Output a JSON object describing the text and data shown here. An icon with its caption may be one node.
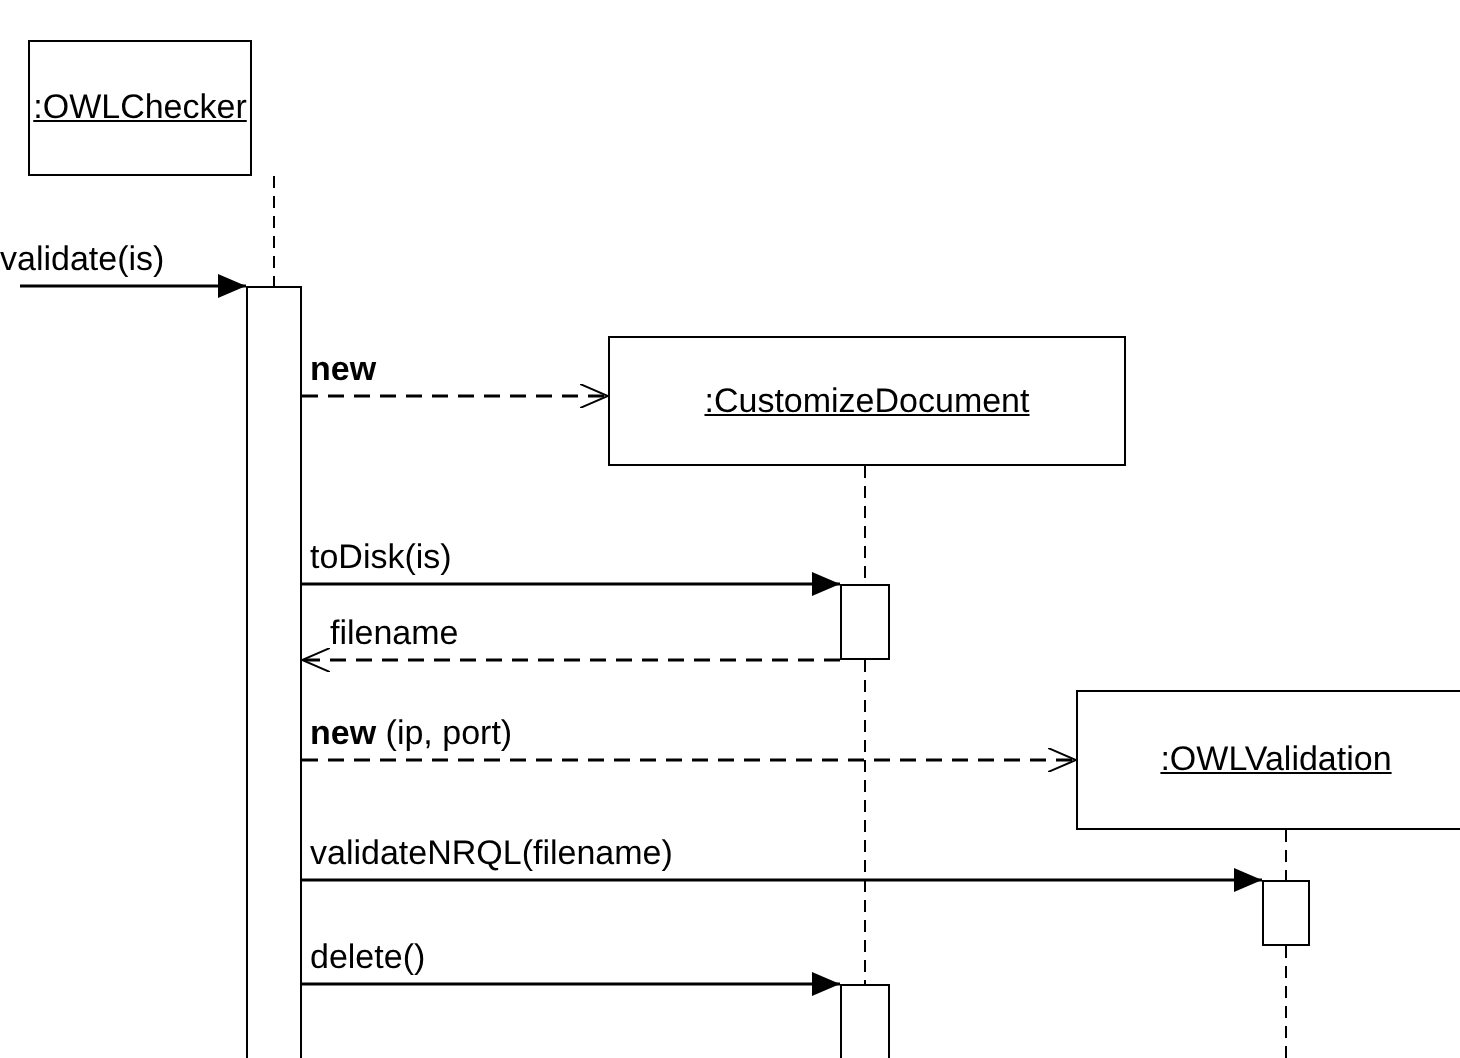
{
  "diagram": {
    "nodes": [
      {
        "text": [
          ":OWLChecker"
        ]
      },
      {
        "text": [],
        "shape": "bar"
      },
      {
        "text": [
          ":CustomizeDocument"
        ]
      },
      {
        "text": [],
        "shape": "bar"
      },
      {
        "text": [
          ":OWLValidation"
        ]
      },
      {
        "text": [],
        "shape": "bar"
      },
      {
        "text": [],
        "shape": "bar"
      }
    ],
    "edges": [
      {
        "from": null,
        "to": 1,
        "arrow": "to",
        "label": "validate(is)"
      },
      {
        "from": 1,
        "to": 2,
        "arrow": "to",
        "label": "new",
        "style": "dashed"
      },
      {
        "from": 1,
        "to": 3,
        "arrow": "to",
        "label": "toDisk(is)"
      },
      {
        "from": 3,
        "to": 1,
        "arrow": "to",
        "label": "filename",
        "style": "dashed"
      },
      {
        "from": 1,
        "to": 4,
        "arrow": "to",
        "label": "**new** (ip, port)",
        "style": "dashed"
      },
      {
        "from": 1,
        "to": 5,
        "arrow": "to",
        "label": "validateNRQL(filename)"
      },
      {
        "from": 1,
        "to": 6,
        "arrow": "to",
        "label": "delete()"
      },
      {
        "from": 0,
        "to": 1,
        "arrow": "none",
        "style": "dashed"
      },
      {
        "from": 2,
        "to": 3,
        "arrow": "none",
        "style": "dashed"
      },
      {
        "from": 3,
        "to": 6,
        "arrow": "none",
        "style": "dashed"
      },
      {
        "from": 4,
        "to": 5,
        "arrow": "none",
        "style": "dashed"
      },
      {
        "from": 5,
        "to": null,
        "arrow": "none",
        "style": "dashed"
      }
    ]
  }
}
